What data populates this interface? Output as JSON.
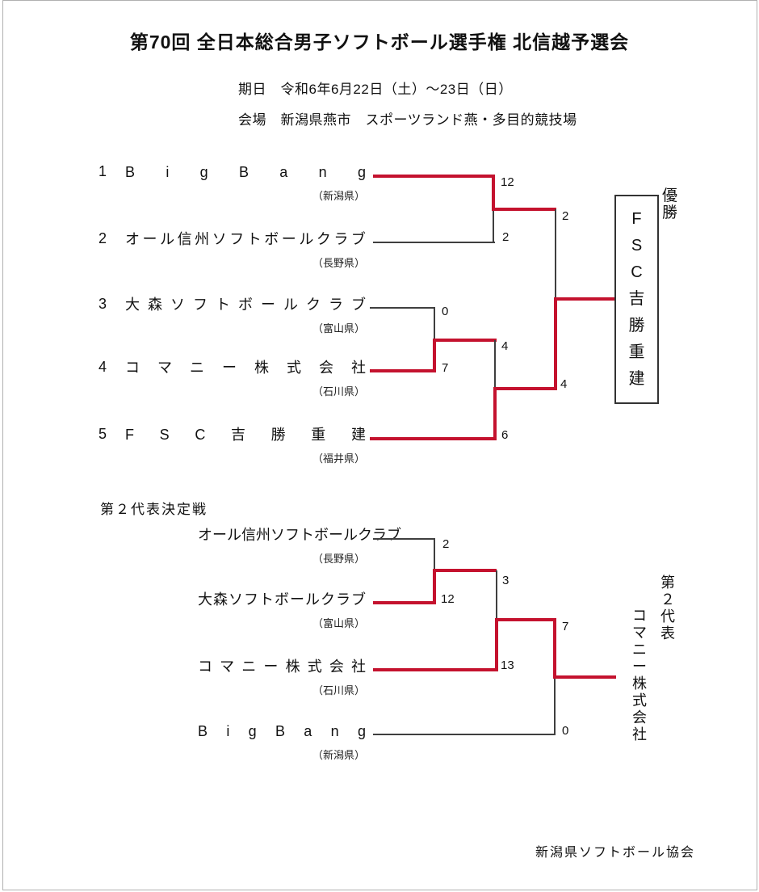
{
  "colors": {
    "winner_line": "#c4122e",
    "bracket_line": "#3f3f3f"
  },
  "header": {
    "title": "第70回 全日本総合男子ソフトボール選手権 北信越予選会",
    "date_line": "期日　令和6年6月22日（土）～23日（日）",
    "venue_line": "会場　新潟県燕市　スポーツランド燕・多目的競技場"
  },
  "main_bracket": {
    "teams": [
      {
        "seed": "1",
        "name": "BigBang",
        "prefecture": "（新潟県）"
      },
      {
        "seed": "2",
        "name": "オール信州ソフトボールクラブ",
        "prefecture": "（長野県）"
      },
      {
        "seed": "3",
        "name": "大森ソフトボールクラブ",
        "prefecture": "（富山県）"
      },
      {
        "seed": "4",
        "name": "コマニー株式会社",
        "prefecture": "（石川県）"
      },
      {
        "seed": "5",
        "name": "FSC吉勝重建",
        "prefecture": "（福井県）"
      }
    ],
    "scores": {
      "match1_top": "12",
      "match1_bottom": "2",
      "match2_top": "0",
      "match2_bottom": "7",
      "match3_top": "4",
      "match3_bottom": "6",
      "final_top": "2",
      "final_bottom": "4"
    },
    "champion_label": "優勝",
    "champion_name": "FSC吉勝重建"
  },
  "playoff_bracket": {
    "heading": "第２代表決定戦",
    "teams": [
      {
        "name": "オール信州ソフトボールクラブ",
        "prefecture": "（長野県）"
      },
      {
        "name": "大森ソフトボールクラブ",
        "prefecture": "（富山県）"
      },
      {
        "name": "コマニー株式会社",
        "prefecture": "（石川県）"
      },
      {
        "name": "BigBang",
        "prefecture": "（新潟県）"
      }
    ],
    "scores": {
      "round1_top": "2",
      "round1_bottom": "12",
      "round2_top": "3",
      "round2_bottom": "13",
      "final_top": "7",
      "final_bottom": "0"
    },
    "result_label": "第２代表",
    "result_name": "コマニー株式会社"
  },
  "footer": {
    "organizer": "新潟県ソフトボール協会"
  }
}
